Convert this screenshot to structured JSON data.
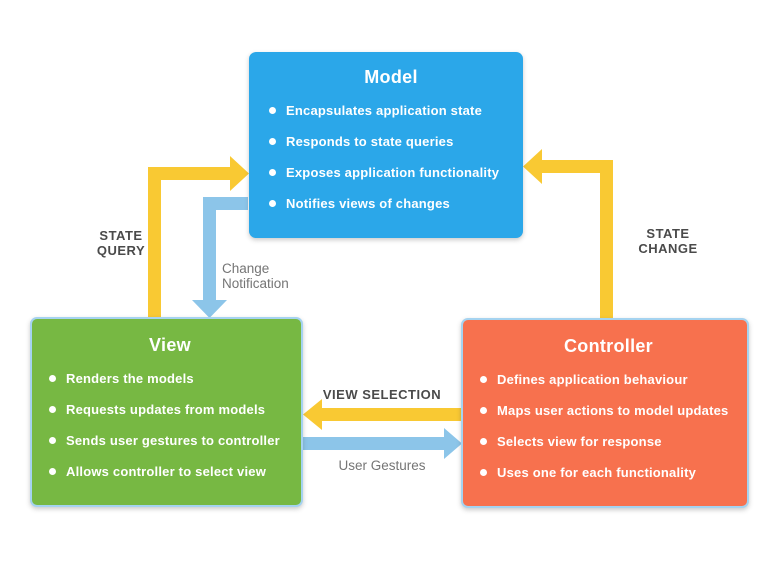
{
  "diagram": {
    "colors": {
      "model_blue": "#2BA7E9",
      "view_green": "#77B843",
      "controller_orange": "#F7714E",
      "box_border_blue": "#A5D3F0",
      "arrow_yellow": "#F9C933",
      "arrow_blue": "#8CC5E9",
      "label_dark": "#4A4A4A",
      "label_gray": "#757575"
    },
    "boxes": {
      "model": {
        "title": "Model",
        "items": [
          "Encapsulates application state",
          "Responds to state queries",
          "Exposes application functionality",
          "Notifies views of changes"
        ]
      },
      "view": {
        "title": "View",
        "items": [
          "Renders the models",
          "Requests updates from models",
          "Sends user gestures to controller",
          "Allows controller to select view"
        ]
      },
      "controller": {
        "title": "Controller",
        "items": [
          "Defines application behaviour",
          "Maps user actions to model updates",
          "Selects view for response",
          "Uses one for each functionality"
        ]
      }
    },
    "labels": {
      "state_query_line1": "STATE",
      "state_query_line2": "QUERY",
      "change_notification_line1": "Change",
      "change_notification_line2": "Notification",
      "state_change_line1": "STATE",
      "state_change_line2": "CHANGE",
      "view_selection": "VIEW SELECTION",
      "user_gestures": "User Gestures"
    }
  }
}
